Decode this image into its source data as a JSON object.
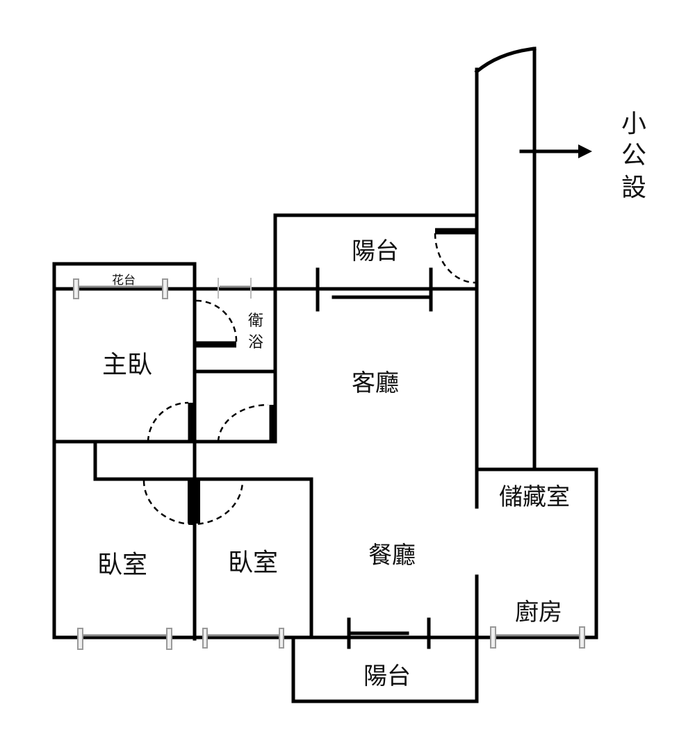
{
  "rooms": {
    "flower_box": "花台",
    "master_bedroom": "主臥",
    "bathroom_line1": "衛",
    "bathroom_line2": "浴",
    "living_room": "客廳",
    "balcony_top": "陽台",
    "bedroom_left": "臥室",
    "bedroom_right": "臥室",
    "dining_room": "餐廳",
    "storage_room": "儲藏室",
    "kitchen": "廚房",
    "balcony_bottom": "陽台"
  },
  "public_facility": {
    "line1": "小",
    "line2": "公",
    "line3": "設"
  }
}
